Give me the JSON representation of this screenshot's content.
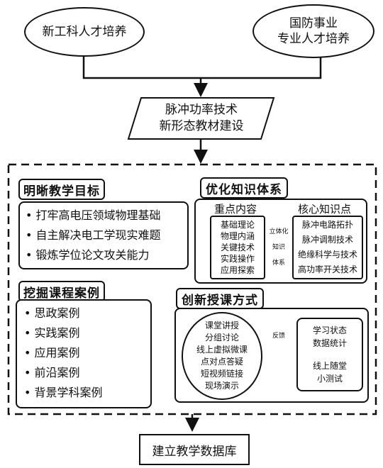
{
  "top_left": {
    "line1": "新工科人才培养"
  },
  "top_right": {
    "line1": "国防事业",
    "line2": "专业人才培养"
  },
  "parallelogram": {
    "line1": "脉冲功率技术",
    "line2": "新形态教材建设"
  },
  "goals": {
    "title": "明晰教学目标",
    "items": [
      "• 打牢高电压领域物理基础",
      "• 自主解决电工学现实难题",
      "• 锻炼学位论文攻关能力"
    ]
  },
  "cases": {
    "title": "挖掘课程案例",
    "items": [
      "• 思政案例",
      "• 实践案例",
      "• 应用案例",
      "• 前沿案例",
      "• 背景学科案例"
    ]
  },
  "knowledge": {
    "title": "优化知识体系",
    "key_label": "重点内容",
    "core_label": "核心知识点",
    "key_items": [
      "基础理论",
      "物理内涵",
      "关键技术",
      "实践操作",
      "应用探索"
    ],
    "link_label": [
      "立体化",
      "知识",
      "体系"
    ],
    "core_items": [
      "脉冲电路拓扑",
      "脉冲调制技术",
      "绝缘科学与技术",
      "高功率开关技术"
    ]
  },
  "teaching": {
    "title": "创新授课方式",
    "methods": [
      "课堂讲授",
      "分组讨论",
      "线上虚拟微课",
      "点对点答疑",
      "短视频链接",
      "现场演示"
    ],
    "feedback_label": "反馈",
    "stats": [
      "学习状态",
      "数据统计",
      "",
      "线上随堂",
      "小测试"
    ]
  },
  "bottom": {
    "label": "建立教学数据库"
  }
}
